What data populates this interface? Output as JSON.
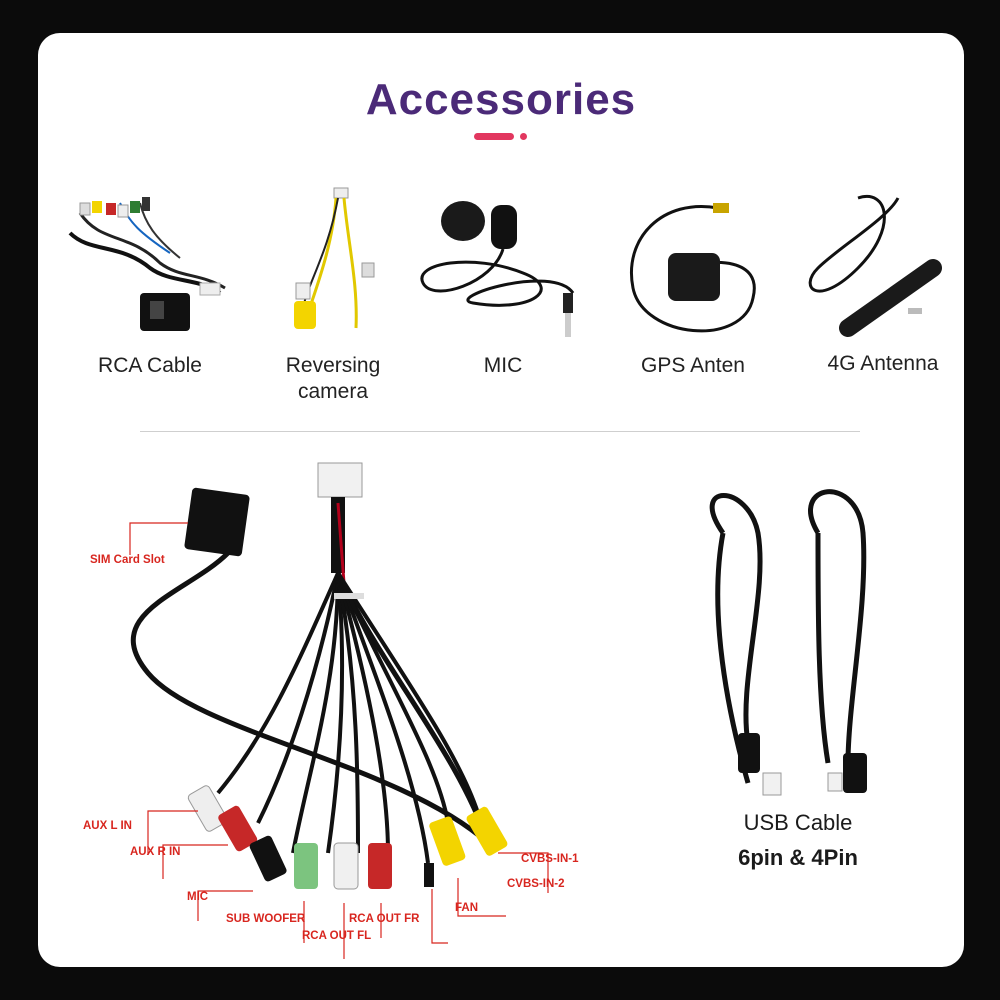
{
  "page": {
    "title": "Accessories"
  },
  "accessories": [
    {
      "label": "RCA Cable",
      "icon": "rca-cable-image"
    },
    {
      "label": "Reversing\ncamera",
      "icon": "reversing-camera-cable-image"
    },
    {
      "label": "MIC",
      "icon": "microphone-image"
    },
    {
      "label": "GPS Anten",
      "icon": "gps-antenna-image"
    },
    {
      "label": "4G Antenna",
      "icon": "4g-antenna-image"
    }
  ],
  "rca_callouts": {
    "sim_card_slot": "SIM Card Slot",
    "aux_l_in": "AUX L IN",
    "aux_r_in": "AUX R IN",
    "mic": "MIC",
    "sub_woofer": "SUB WOOFER",
    "rca_out_fl": "RCA OUT FL",
    "rca_out_fr": "RCA OUT FR",
    "fan": "FAN",
    "cvbs_in_1": "CVBS-IN-1",
    "cvbs_in_2": "CVBS-IN-2"
  },
  "usb": {
    "name": "USB Cable",
    "spec": "6pin & 4Pin"
  },
  "colors": {
    "title": "#4b2a78",
    "accent": "#e2375f",
    "callout": "#d8261f"
  }
}
